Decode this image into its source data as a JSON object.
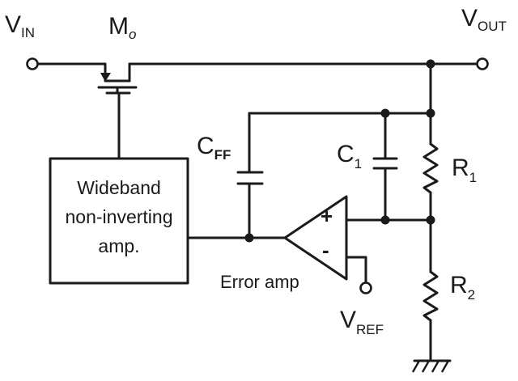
{
  "labels": {
    "vin": "V",
    "vin_sub": "IN",
    "vout": "V",
    "vout_sub": "OUT",
    "mo": "M",
    "mo_sub": "o",
    "cff": "C",
    "cff_sub": "FF",
    "c1": "C",
    "c1_sub": "1",
    "r1": "R",
    "r1_sub": "1",
    "r2": "R",
    "r2_sub": "2",
    "vref": "V",
    "vref_sub": "REF",
    "amp_line1": "Wideband",
    "amp_line2": "non-inverting",
    "amp_line3": "amp.",
    "error_amp": "Error amp",
    "plus": "+",
    "minus": "-"
  }
}
